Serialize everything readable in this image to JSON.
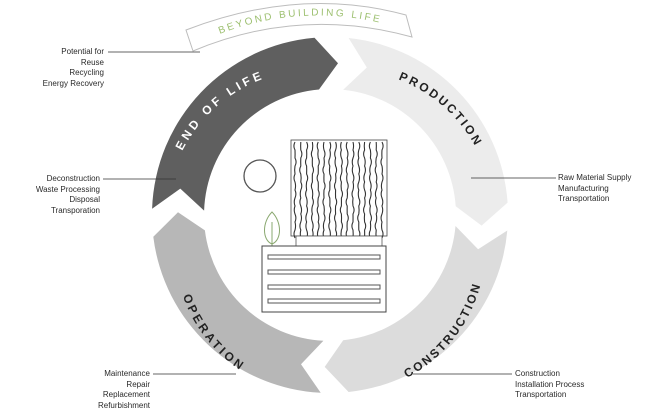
{
  "banner": {
    "title": "BEYOND BUILDING LIFE",
    "color": "#9dc070"
  },
  "stages": {
    "production": {
      "label": "PRODUCTION",
      "color": "#ececec",
      "details": [
        "Raw Material Supply",
        "Manufacturing",
        "Transportation"
      ]
    },
    "construction": {
      "label": "CONSTRUCTION",
      "color": "#dcdcdc",
      "details": [
        "Construction",
        "Installation Process",
        "Transportation"
      ]
    },
    "operation": {
      "label": "OPERATION",
      "color": "#b7b7b7",
      "details": [
        "Maintenance",
        "Repair",
        "Replacement",
        "Refurbishment"
      ]
    },
    "end_of_life": {
      "label": "END OF LIFE",
      "color": "#5f5f5f",
      "details": [
        "Deconstruction",
        "Waste Processing",
        "Disposal",
        "Transporation"
      ]
    }
  },
  "beyond": {
    "details": [
      "Potential for",
      "Reuse",
      "Recycling",
      "Energy Recovery"
    ]
  },
  "icons": [
    "sun-icon",
    "tree-icon",
    "timber-building-icon"
  ]
}
